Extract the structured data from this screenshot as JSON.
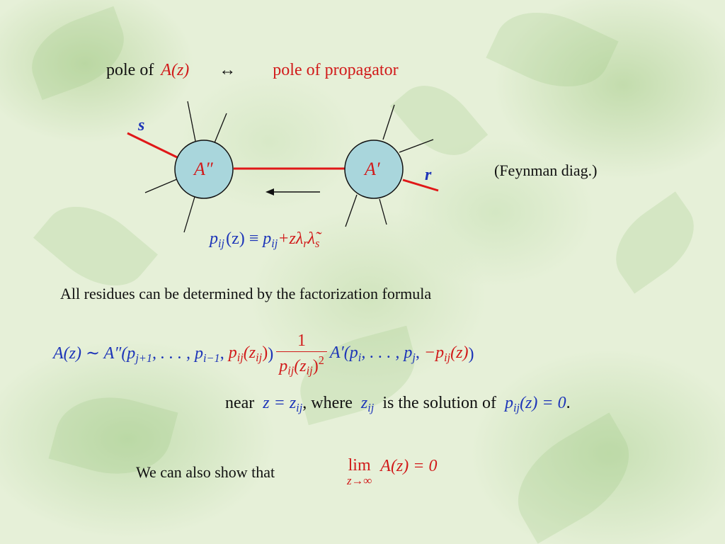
{
  "header": {
    "left": "pole of",
    "amp": "A(z)",
    "arrow": "↔",
    "right": "pole of propagator"
  },
  "diagram": {
    "blob_left": "A″",
    "blob_right": "A′",
    "label_s": "s",
    "label_r": "r",
    "caption": "(Feynman diag.)",
    "shift_lhs": "p",
    "shift_lhs_sub": "ij",
    "shift_lhs_arg": "(z) ≡",
    "shift_mid": "p",
    "shift_mid_sub": "ij",
    "shift_rhs": "+zλ",
    "shift_rhs_sub1": "r",
    "shift_rhs_lt": "λ̃",
    "shift_rhs_sub2": "s"
  },
  "residue": {
    "text": "All residues can be determined by the factorization formula",
    "fact_a": "A(z) ∼ A″(p",
    "fact_a_sub1": "j+1",
    "fact_a_mid": ", . . . , p",
    "fact_a_sub2": "i−1",
    "fact_a_end": ",",
    "fact_red": "p",
    "fact_red_sub": "ij",
    "fact_red_arg": "(z",
    "fact_red_arg_sub": "ij",
    "fact_red_close": ")",
    "fact_blue_close": ")",
    "frac_num": "1",
    "frac_den": "p",
    "frac_den_sub": "ij",
    "frac_den_arg": "(z",
    "frac_den_arg_sub": "ij",
    "frac_den_close": ")",
    "frac_den_pow": "2",
    "fact_b": "A′(p",
    "fact_b_sub1": "i",
    "fact_b_mid": ", . . . , p",
    "fact_b_sub2": "j",
    "fact_b_end": ", ",
    "fact_neg": "−p",
    "fact_neg_sub": "ij",
    "fact_neg_arg": "(z)",
    "fact_final": ")"
  },
  "near": {
    "w1": "near",
    "zeq": "z = z",
    "zeq_sub": "ij",
    "w2": ", where",
    "zij": "z",
    "zij_sub": "ij",
    "w3": "is the solution of",
    "sol": "p",
    "sol_sub": "ij",
    "sol_rest": "(z) = 0",
    "dot": "."
  },
  "limit": {
    "text": "We can also show that",
    "lim": "lim",
    "lim_under": "z→∞",
    "expr": "A(z) = 0"
  }
}
